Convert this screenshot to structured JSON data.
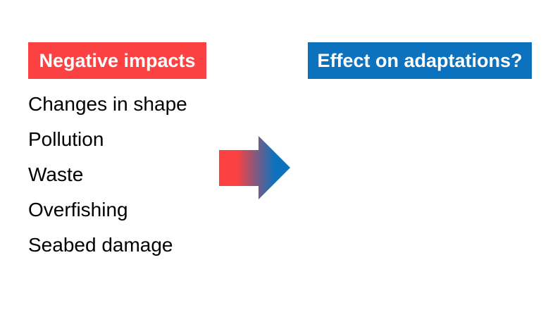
{
  "slide": {
    "background_color": "#ffffff",
    "left_header": {
      "label": "Negative impacts",
      "bg_color": "#fb4141",
      "text_color": "#ffffff"
    },
    "right_header": {
      "label": "Effect on adaptations?",
      "bg_color": "#0d72bd",
      "text_color": "#ffffff"
    },
    "impact_list": {
      "items": [
        "Changes in shape",
        "Pollution",
        "Waste",
        "Overfishing",
        "Seabed damage"
      ]
    },
    "arrow": {
      "icon": "right-arrow-icon",
      "gradient_from": "#fb4141",
      "gradient_to": "#0d72bd"
    }
  }
}
